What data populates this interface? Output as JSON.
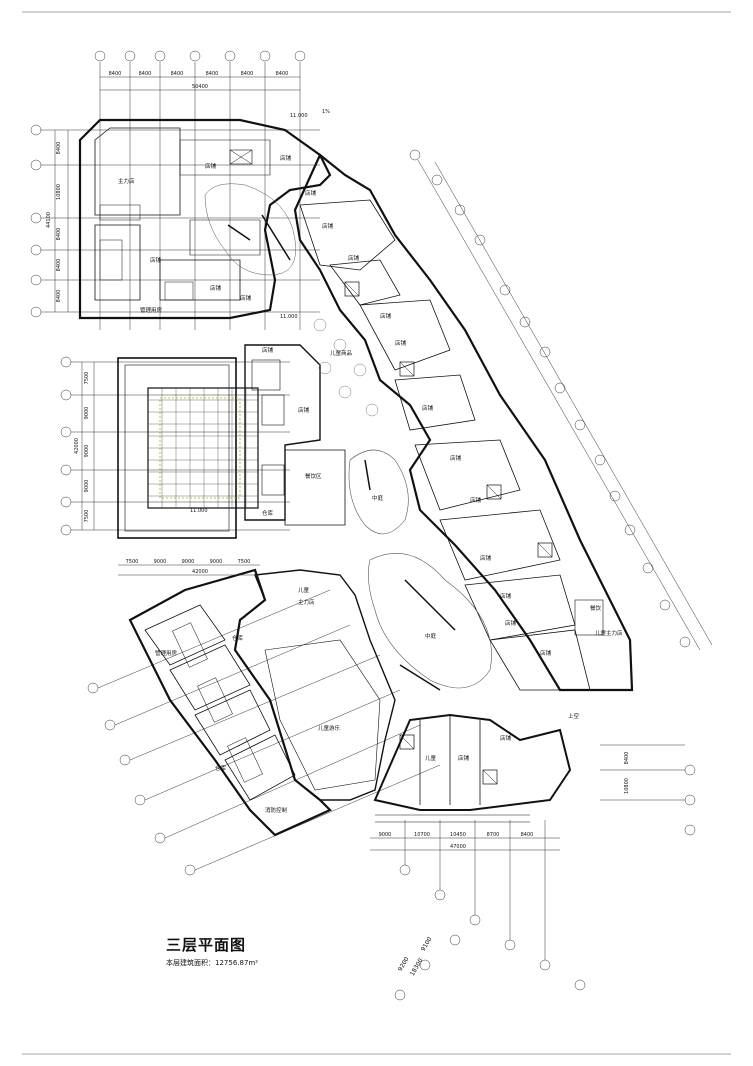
{
  "drawing": {
    "title": "三层平面图",
    "area_note": "本层建筑面积：12756.87m²"
  },
  "rooms": {
    "shop": "店铺",
    "shop_alt": "店辅",
    "main_shop": "主力店",
    "anchor": "主力店",
    "food_court": "餐饮区",
    "kids": "儿童",
    "kids_play": "儿童游乐",
    "kids_shop": "儿童商品",
    "atrium": "中庭",
    "void": "上空",
    "management": "管理用房",
    "hall": "中厅",
    "storage": "仓库",
    "restaurant": "餐饮",
    "kids_anchor": "儿童主力店",
    "control": "消防控制"
  },
  "dimensions": {
    "top": [
      "8400",
      "8400",
      "8400",
      "8400",
      "8400",
      "8400"
    ],
    "top_total": "50400",
    "left_top": [
      "8400",
      "10800",
      "8400",
      "8400",
      "8400"
    ],
    "left_top_total": "44100",
    "left_mid": [
      "7500",
      "9000",
      "9000",
      "9000",
      "7500"
    ],
    "left_mid_total": "42000",
    "mid_bottom": [
      "7500",
      "9000",
      "9000",
      "9000",
      "7500"
    ],
    "mid_bottom_total": "42000",
    "bottom_main": [
      "9000",
      "10700",
      "10450",
      "8700",
      "8400"
    ],
    "bottom_main_total": "47000",
    "bottom_diag": [
      "9200",
      "9100"
    ],
    "bottom_diag_total": "18300",
    "right_side": [
      "8400",
      "10800"
    ]
  },
  "notes": {
    "slope": "1%",
    "elevation": "11.000"
  }
}
